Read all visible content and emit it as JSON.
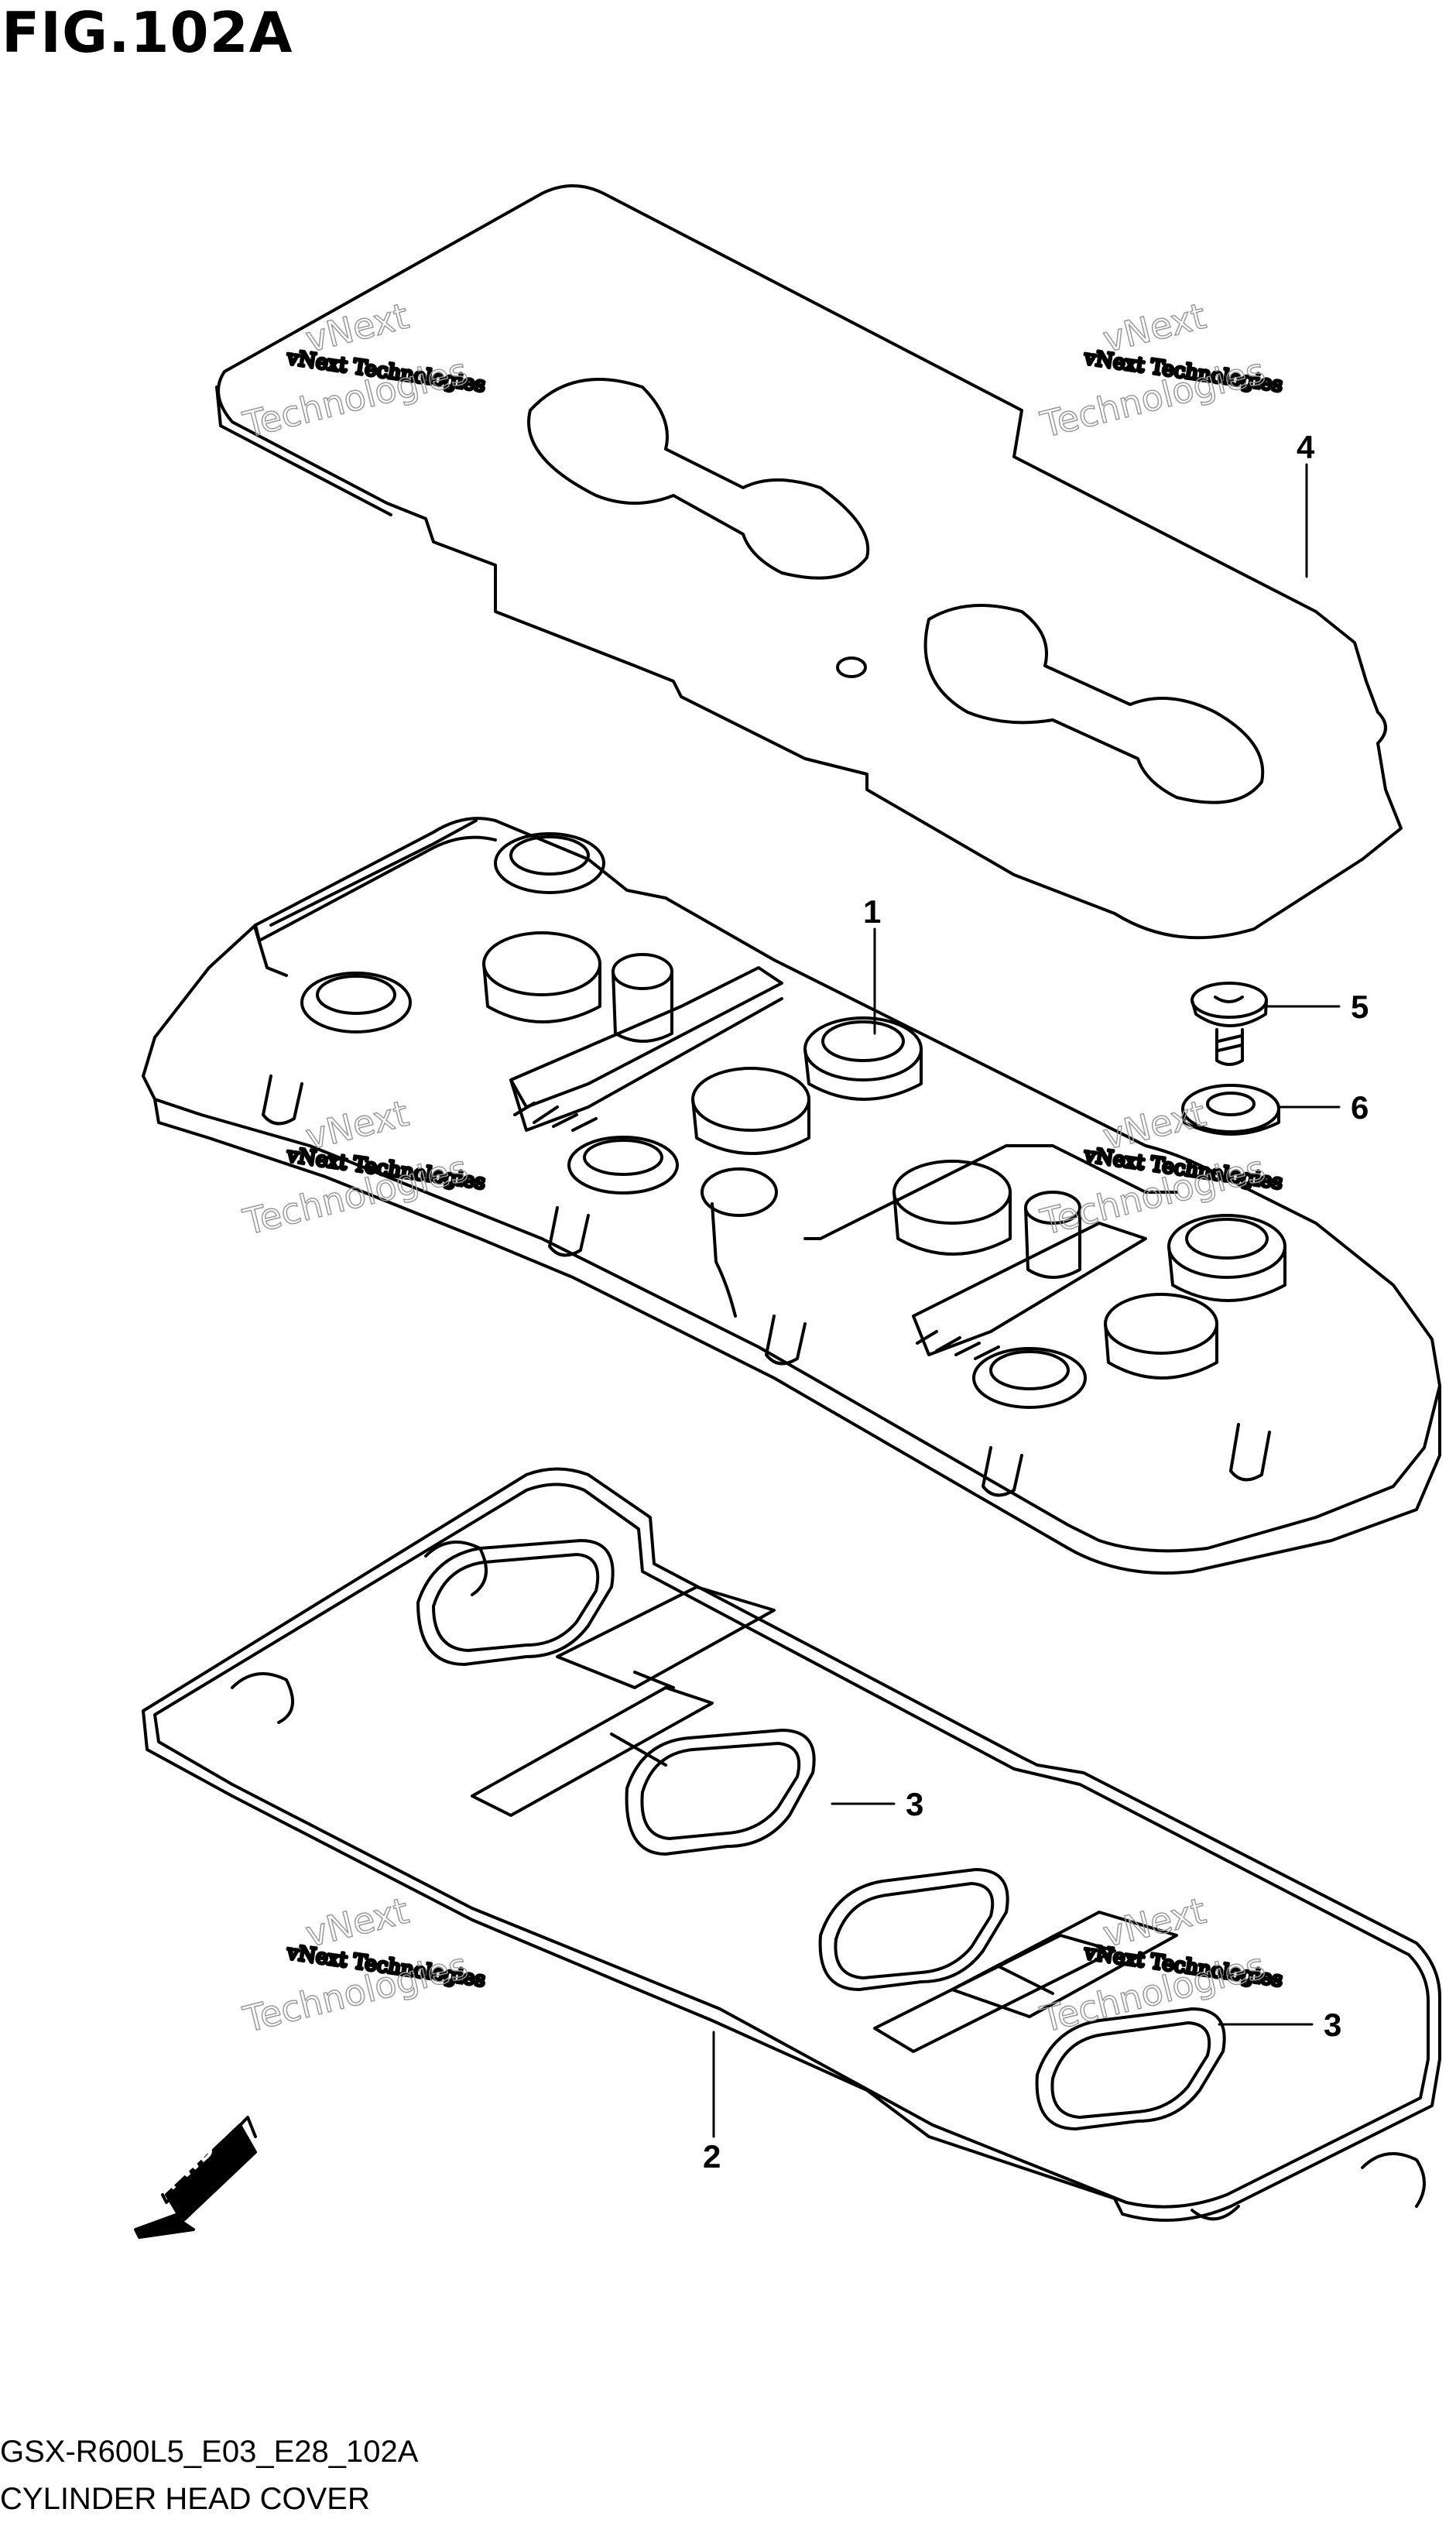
{
  "figure": {
    "title": "FIG.102A",
    "code": "GSX-R600L5_E03_E28_102A",
    "name": "CYLINDER HEAD COVER"
  },
  "direction_label": "FWD",
  "watermark": {
    "line_small": "vNext Technologies",
    "line_big_1": "vNext",
    "line_big_2": "Technologies"
  },
  "callouts": [
    {
      "id": "1",
      "label": "1"
    },
    {
      "id": "2",
      "label": "2"
    },
    {
      "id": "3a",
      "label": "3"
    },
    {
      "id": "3b",
      "label": "3"
    },
    {
      "id": "4",
      "label": "4"
    },
    {
      "id": "5",
      "label": "5"
    },
    {
      "id": "6",
      "label": "6"
    }
  ]
}
